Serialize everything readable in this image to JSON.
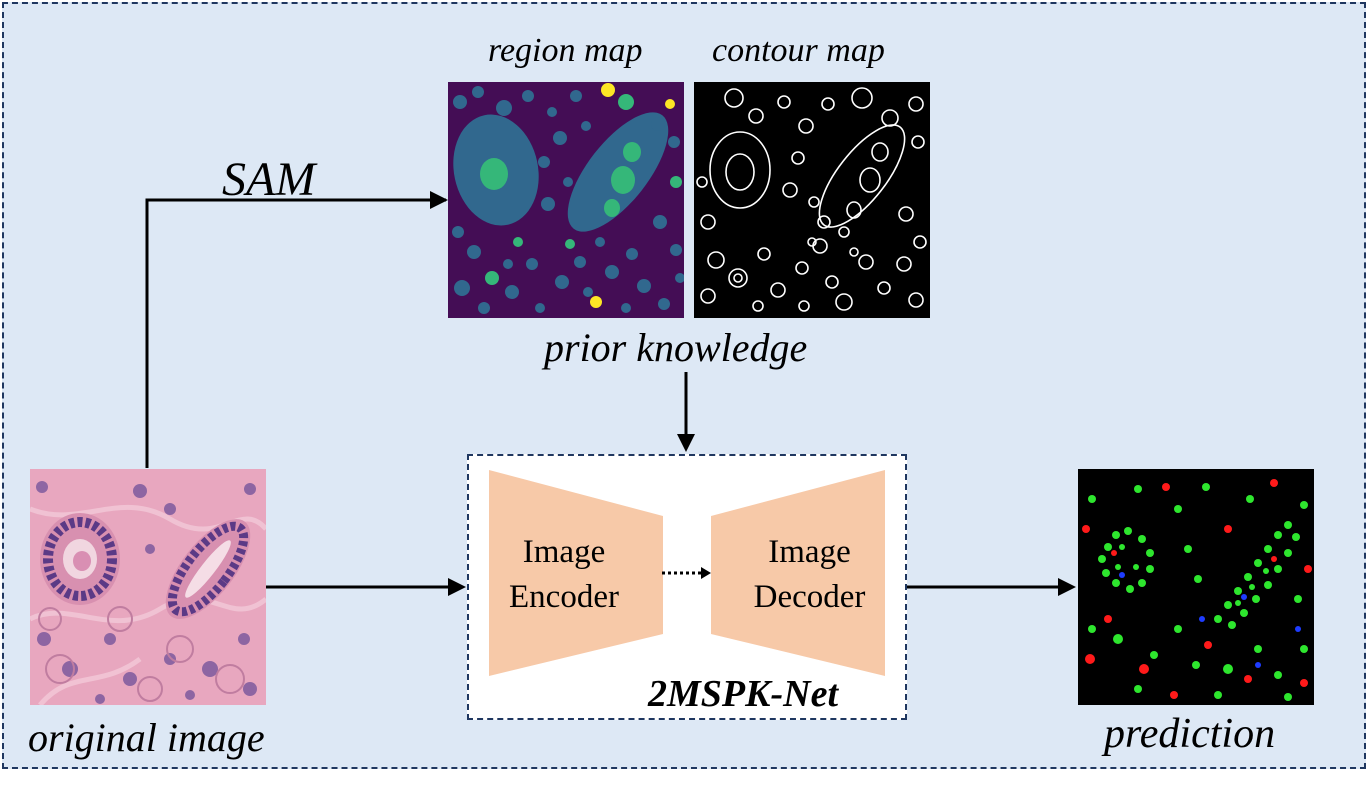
{
  "labels": {
    "region_map": "region map",
    "contour_map": "contour map",
    "prior_knowledge": "prior knowledge",
    "sam": "SAM",
    "original_image": "original image",
    "prediction": "prediction",
    "network_name": "2MSPK-Net"
  },
  "encoder": {
    "line1": "Image",
    "line2": "Encoder"
  },
  "decoder": {
    "line1": "Image",
    "line2": "Decoder"
  },
  "colors": {
    "background_panel": "#dde8f5",
    "dashed_border": "#1f3760",
    "block_fill": "#f7c9a8",
    "arrow": "#000000",
    "region_base": "#440d55",
    "region_mid": "#31688e",
    "region_green": "#35b779",
    "region_yellow": "#fde725",
    "tissue_pink": "#e8a7bf",
    "nucleus_purple": "#5b3a86",
    "pred_red": "#ff1a1a",
    "pred_green": "#2ee62e",
    "pred_blue": "#1e3cff"
  }
}
